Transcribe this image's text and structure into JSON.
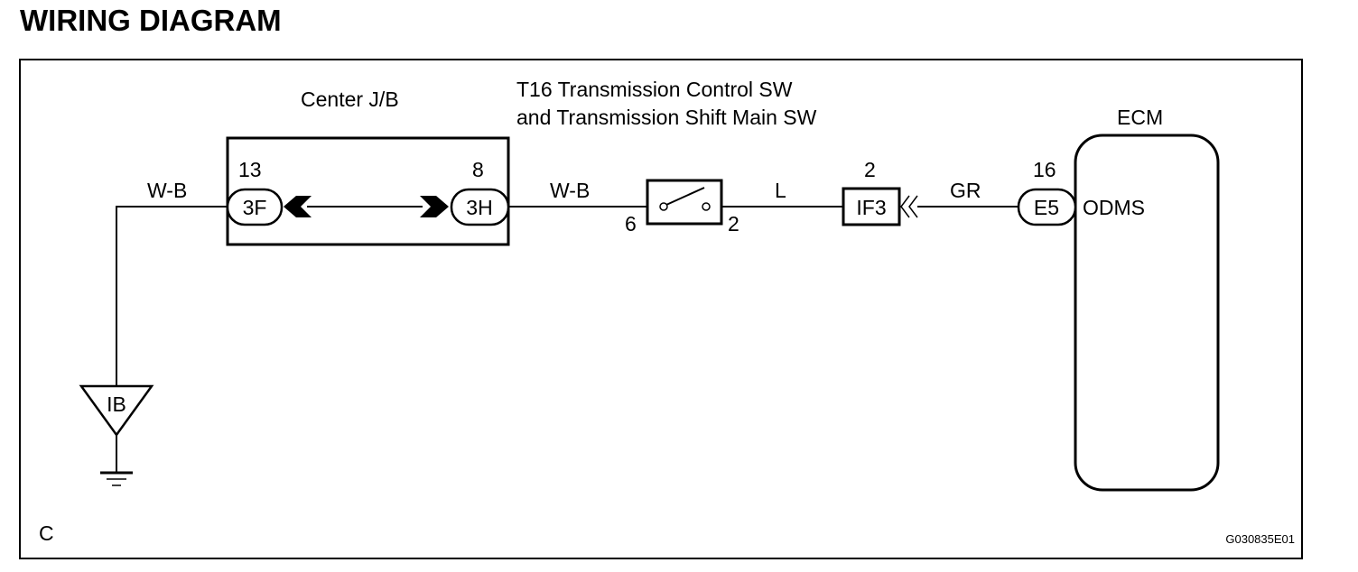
{
  "title": "WIRING DIAGRAM",
  "components": {
    "junction_block": {
      "label": "Center J/B",
      "left_pin": "13",
      "left_connector": "3F",
      "right_pin": "8",
      "right_connector": "3H"
    },
    "switch": {
      "label_line1": "T16 Transmission Control SW",
      "label_line2": "and Transmission Shift Main SW",
      "pin_left": "6",
      "pin_right": "2"
    },
    "connector_if3": {
      "label": "IF3",
      "pin": "2"
    },
    "ecm": {
      "label": "ECM",
      "pin": "16",
      "connector": "E5",
      "terminal": "ODMS"
    },
    "ground": {
      "label": "IB"
    }
  },
  "wires": {
    "ground_to_jb": "W-B",
    "jb_to_switch": "W-B",
    "switch_to_if3": "L",
    "if3_to_ecm": "GR"
  },
  "footer": {
    "section_letter": "C",
    "figure_code": "G030835E01"
  }
}
